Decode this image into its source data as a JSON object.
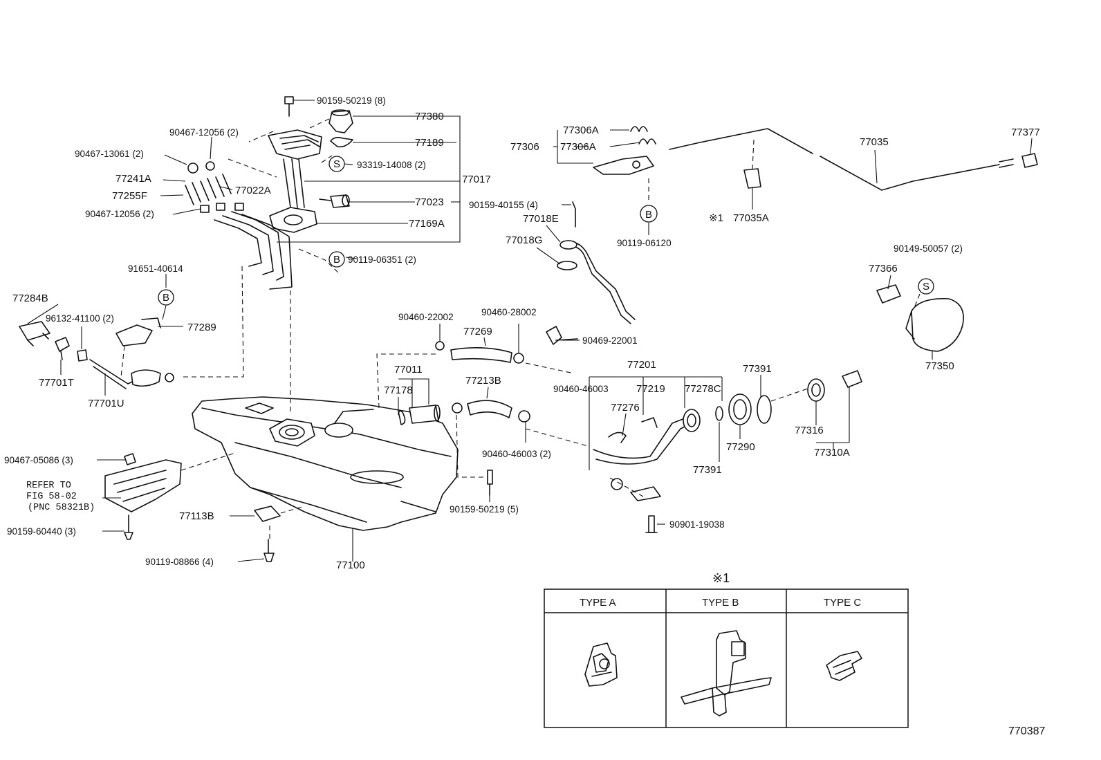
{
  "figure_code": "770387",
  "labels": {
    "p90159_50219_8": "90159-50219 (8)",
    "p77380": "77380",
    "p77189": "77189",
    "p93319_14008": "93319-14008 (2)",
    "p77017": "77017",
    "p77023": "77023",
    "p77169a": "77169A",
    "p90119_06351": "90119-06351 (2)",
    "p90467_12056_top": "90467-12056 (2)",
    "p90467_13061": "90467-13061 (2)",
    "p77241a": "77241A",
    "p77022a": "77022A",
    "p77255f": "77255F",
    "p90467_12056_bot": "90467-12056 (2)",
    "p91651_40614": "91651-40614",
    "p77284b": "77284B",
    "p96132_41100": "96132-41100 (2)",
    "p77289": "77289",
    "p77701t": "77701T",
    "p77701u": "77701U",
    "p77306a_1": "77306A",
    "p77306": "77306",
    "p77306a_2": "77306A",
    "p77035": "77035",
    "p77377": "77377",
    "p90159_40155": "90159-40155 (4)",
    "p77018e": "77018E",
    "p77018g": "77018G",
    "p90119_06120": "90119-06120",
    "p77035a": "77035A",
    "p90149_50057": "90149-50057 (2)",
    "p77366": "77366",
    "p77350": "77350",
    "p90460_22002": "90460-22002",
    "p90460_28002": "90460-28002",
    "p77269": "77269",
    "p90469_22001": "90469-22001",
    "p77011": "77011",
    "p77178": "77178",
    "p77213b": "77213B",
    "p77201": "77201",
    "p90460_46003_a": "90460-46003",
    "p77219": "77219",
    "p77278c": "77278C",
    "p77276": "77276",
    "p77391_a": "77391",
    "p77290": "77290",
    "p77391_b": "77391",
    "p77316": "77316",
    "p77310a": "77310A",
    "p90460_46003_b": "90460-46003 (2)",
    "p90159_50219_5": "90159-50219 (5)",
    "p90901_19038": "90901-19038",
    "p90467_05086": "90467-05086 (3)",
    "refer_1": "REFER TO",
    "refer_2": "FIG 58-02",
    "refer_3": "(PNC 58321B)",
    "p90159_60440": "90159-60440 (3)",
    "p77113b": "77113B",
    "p90119_08866": "90119-08866 (4)",
    "p77100": "77100"
  },
  "markers": {
    "b": "B",
    "s": "S",
    "note_ref": "※1"
  },
  "type_table": {
    "title": "※1",
    "headers": [
      "TYPE A",
      "TYPE B",
      "TYPE C"
    ]
  }
}
